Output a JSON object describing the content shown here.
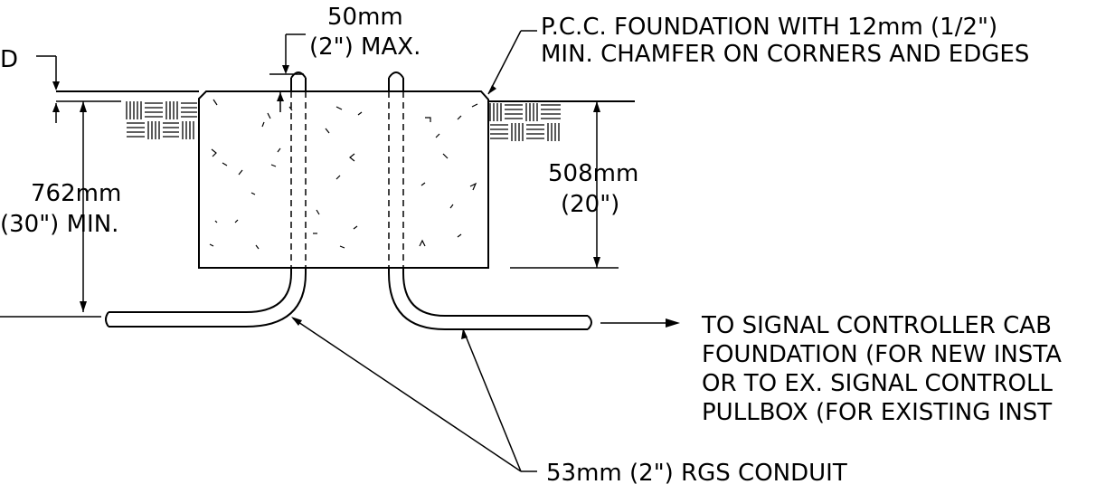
{
  "labels": {
    "cover_partial": "D",
    "chamfer_offset_line1": "50mm",
    "chamfer_offset_line2": "(2\") MAX.",
    "foundation_line1": "P.C.C. FOUNDATION WITH 12mm (1/2\")",
    "foundation_line2": "MIN. CHAMFER ON CORNERS AND EDGES",
    "depth_min_line1": "762mm",
    "depth_min_line2": "(30\") MIN.",
    "foundation_depth_line1": "508mm",
    "foundation_depth_line2": "(20\")",
    "destination_line1": "TO SIGNAL CONTROLLER CAB",
    "destination_line2": "FOUNDATION (FOR NEW INSTA",
    "destination_line3": "OR TO EX. SIGNAL CONTROLL",
    "destination_line4": "PULLBOX (FOR EXISTING INST",
    "conduit": "53mm (2\") RGS CONDUIT"
  }
}
